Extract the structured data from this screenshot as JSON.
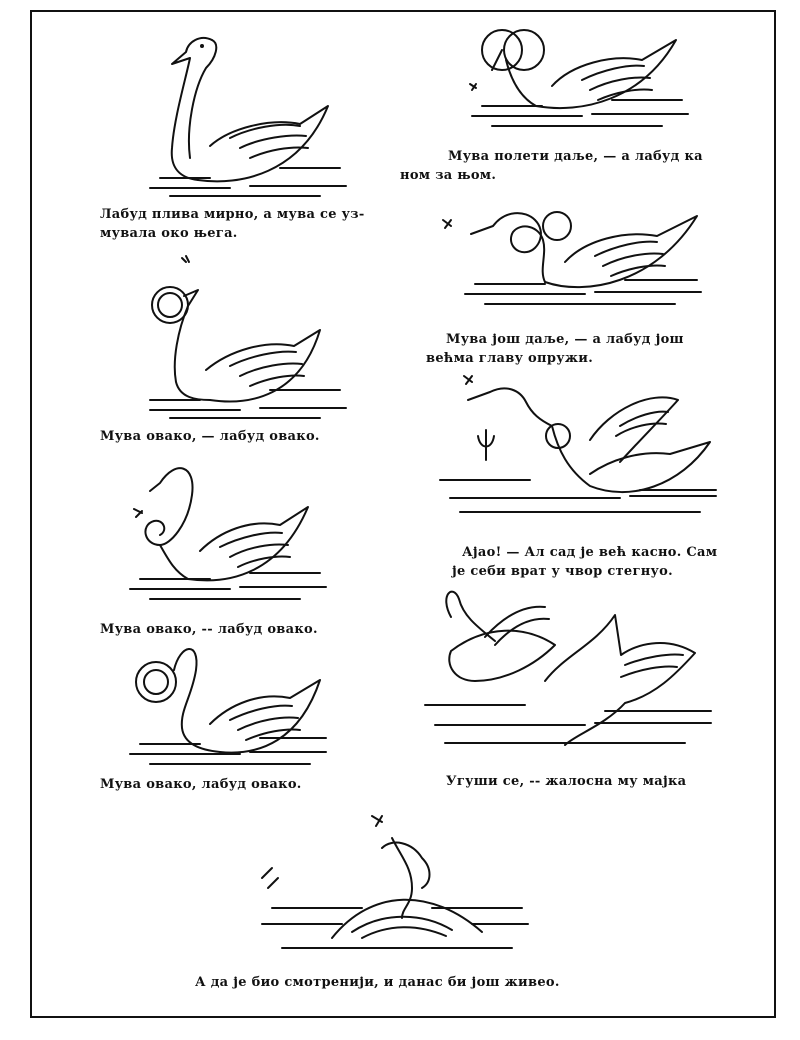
{
  "panels": [
    {
      "caption": [
        "Лабуд плива мирно, а мува се уз-",
        "мувала око њега."
      ]
    },
    {
      "caption": [
        "Мува овако, — лабуд овако."
      ]
    },
    {
      "caption": [
        "Мува овако, -- лабуд овако."
      ]
    },
    {
      "caption": [
        "Мува овако, лабуд овако."
      ]
    },
    {
      "caption": [
        "Мува полети даље, — а лабуд ка",
        "ном за њом."
      ]
    },
    {
      "caption": [
        "Мува још даље, — а лабуд још",
        "већма главу опружи."
      ]
    },
    {
      "caption": [
        "Ајао! — Ал сад је већ касно. Сам",
        "је себи врат у чвор стегнуо."
      ]
    },
    {
      "caption": [
        "Угуши се, -- жалосна му мајка"
      ]
    },
    {
      "caption": [
        "А да је био смотренији, и данас би још живео."
      ]
    }
  ],
  "colors": {
    "ink": "#111111",
    "paper": "#ffffff"
  }
}
